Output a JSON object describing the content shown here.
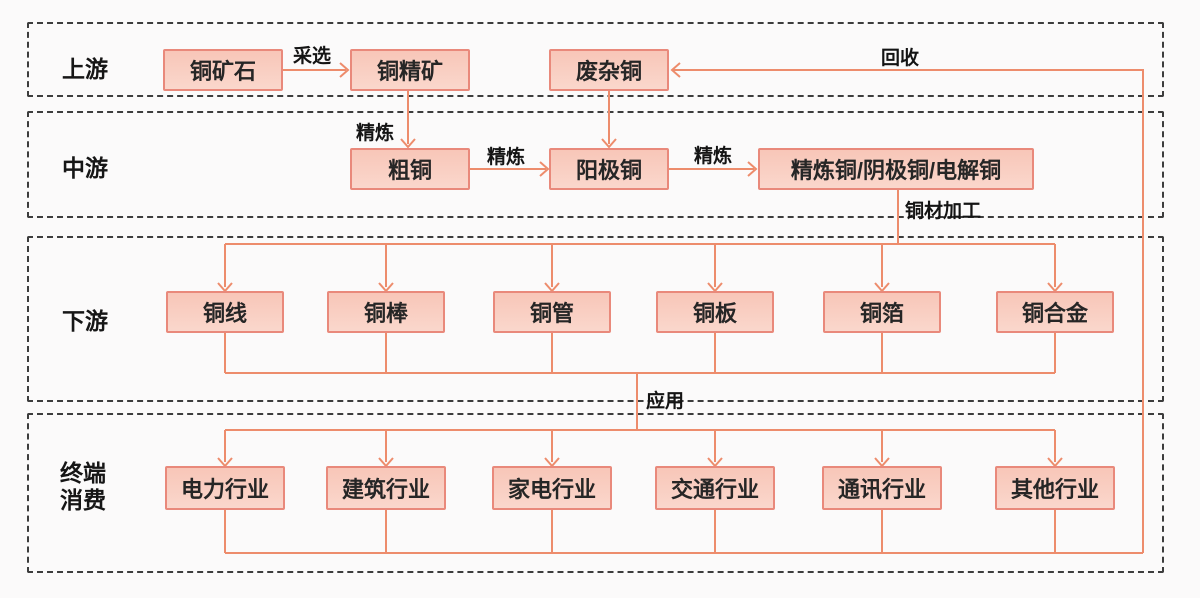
{
  "colors": {
    "background": "#fbfafa",
    "line": "#ed8c6c",
    "box_border": "#e9897b",
    "box_fill_top": "#f8c6b8",
    "box_fill_bottom": "#fad7cc",
    "section_border": "#3d3d3d",
    "text": "#212121"
  },
  "sections": [
    {
      "id": "upstream",
      "label": "上游",
      "nodes": [
        "铜矿石",
        "铜精矿",
        "废杂铜"
      ]
    },
    {
      "id": "midstream",
      "label": "中游",
      "nodes": [
        "粗铜",
        "阳极铜",
        "精炼铜/阴极铜/电解铜"
      ]
    },
    {
      "id": "downstream",
      "label": "下游",
      "nodes": [
        "铜线",
        "铜棒",
        "铜管",
        "铜板",
        "铜箔",
        "铜合金"
      ]
    },
    {
      "id": "terminal",
      "label": "终端\n消费",
      "nodes": [
        "电力行业",
        "建筑行业",
        "家电行业",
        "交通行业",
        "通讯行业",
        "其他行业"
      ]
    }
  ],
  "edge_labels": {
    "mining": "采选",
    "recycle": "回收",
    "refining_1": "精炼",
    "refining_2": "精炼",
    "refining_3": "精炼",
    "processing": "铜材加工",
    "application": "应用"
  }
}
